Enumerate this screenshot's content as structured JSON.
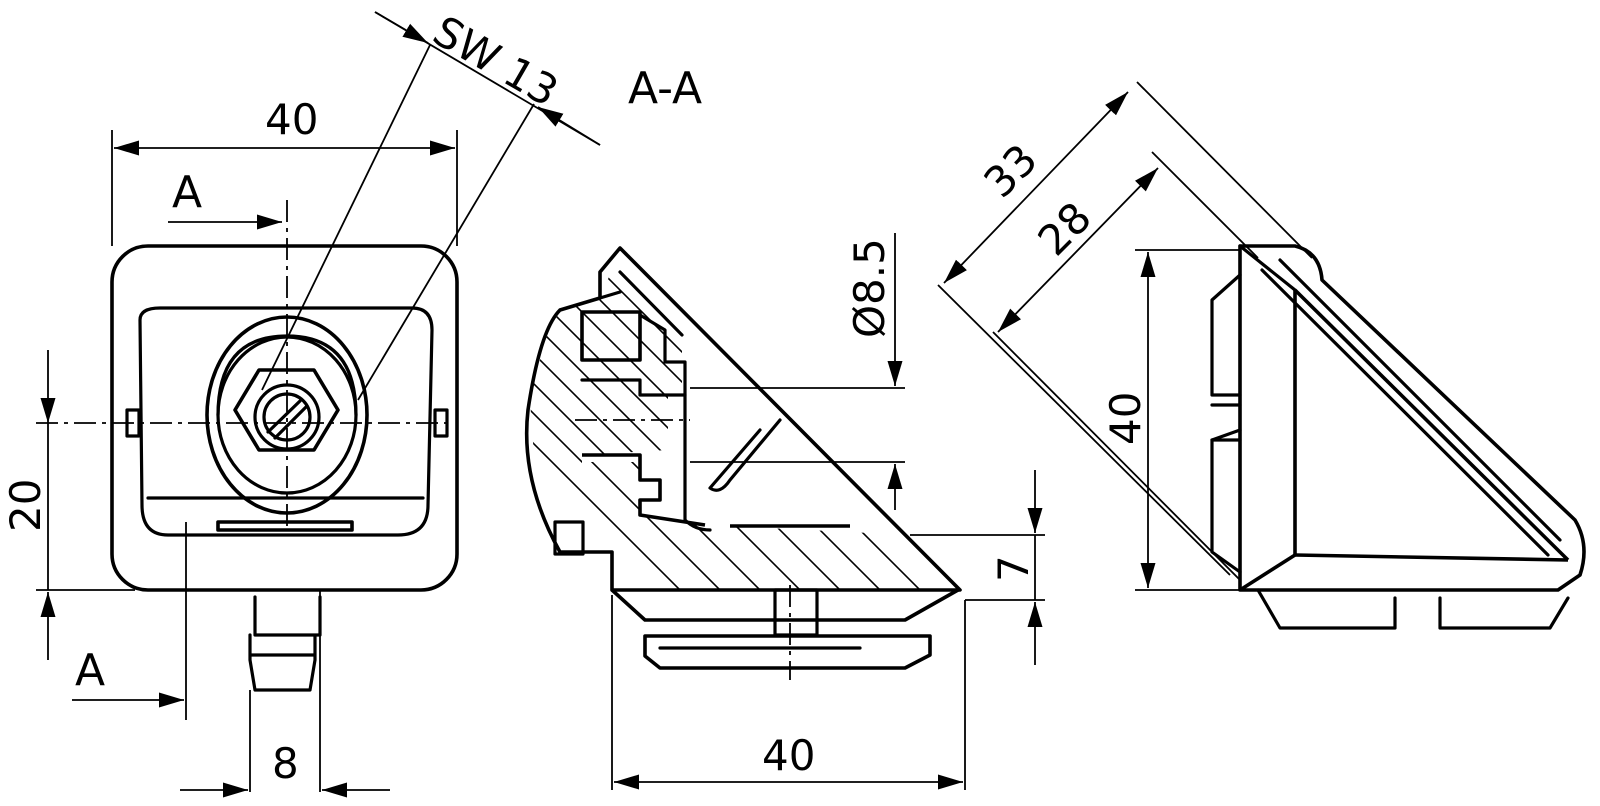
{
  "section_title": "A-A",
  "section_marker": "A",
  "wrench_size": "SW 13",
  "dimensions": {
    "front_width": "40",
    "front_height": "20",
    "slot_width": "8",
    "section_width": "40",
    "hole_diameter": "Ø8.5",
    "section_height": "7",
    "side_length_outer": "33",
    "side_length_inner": "28",
    "side_height": "40"
  }
}
